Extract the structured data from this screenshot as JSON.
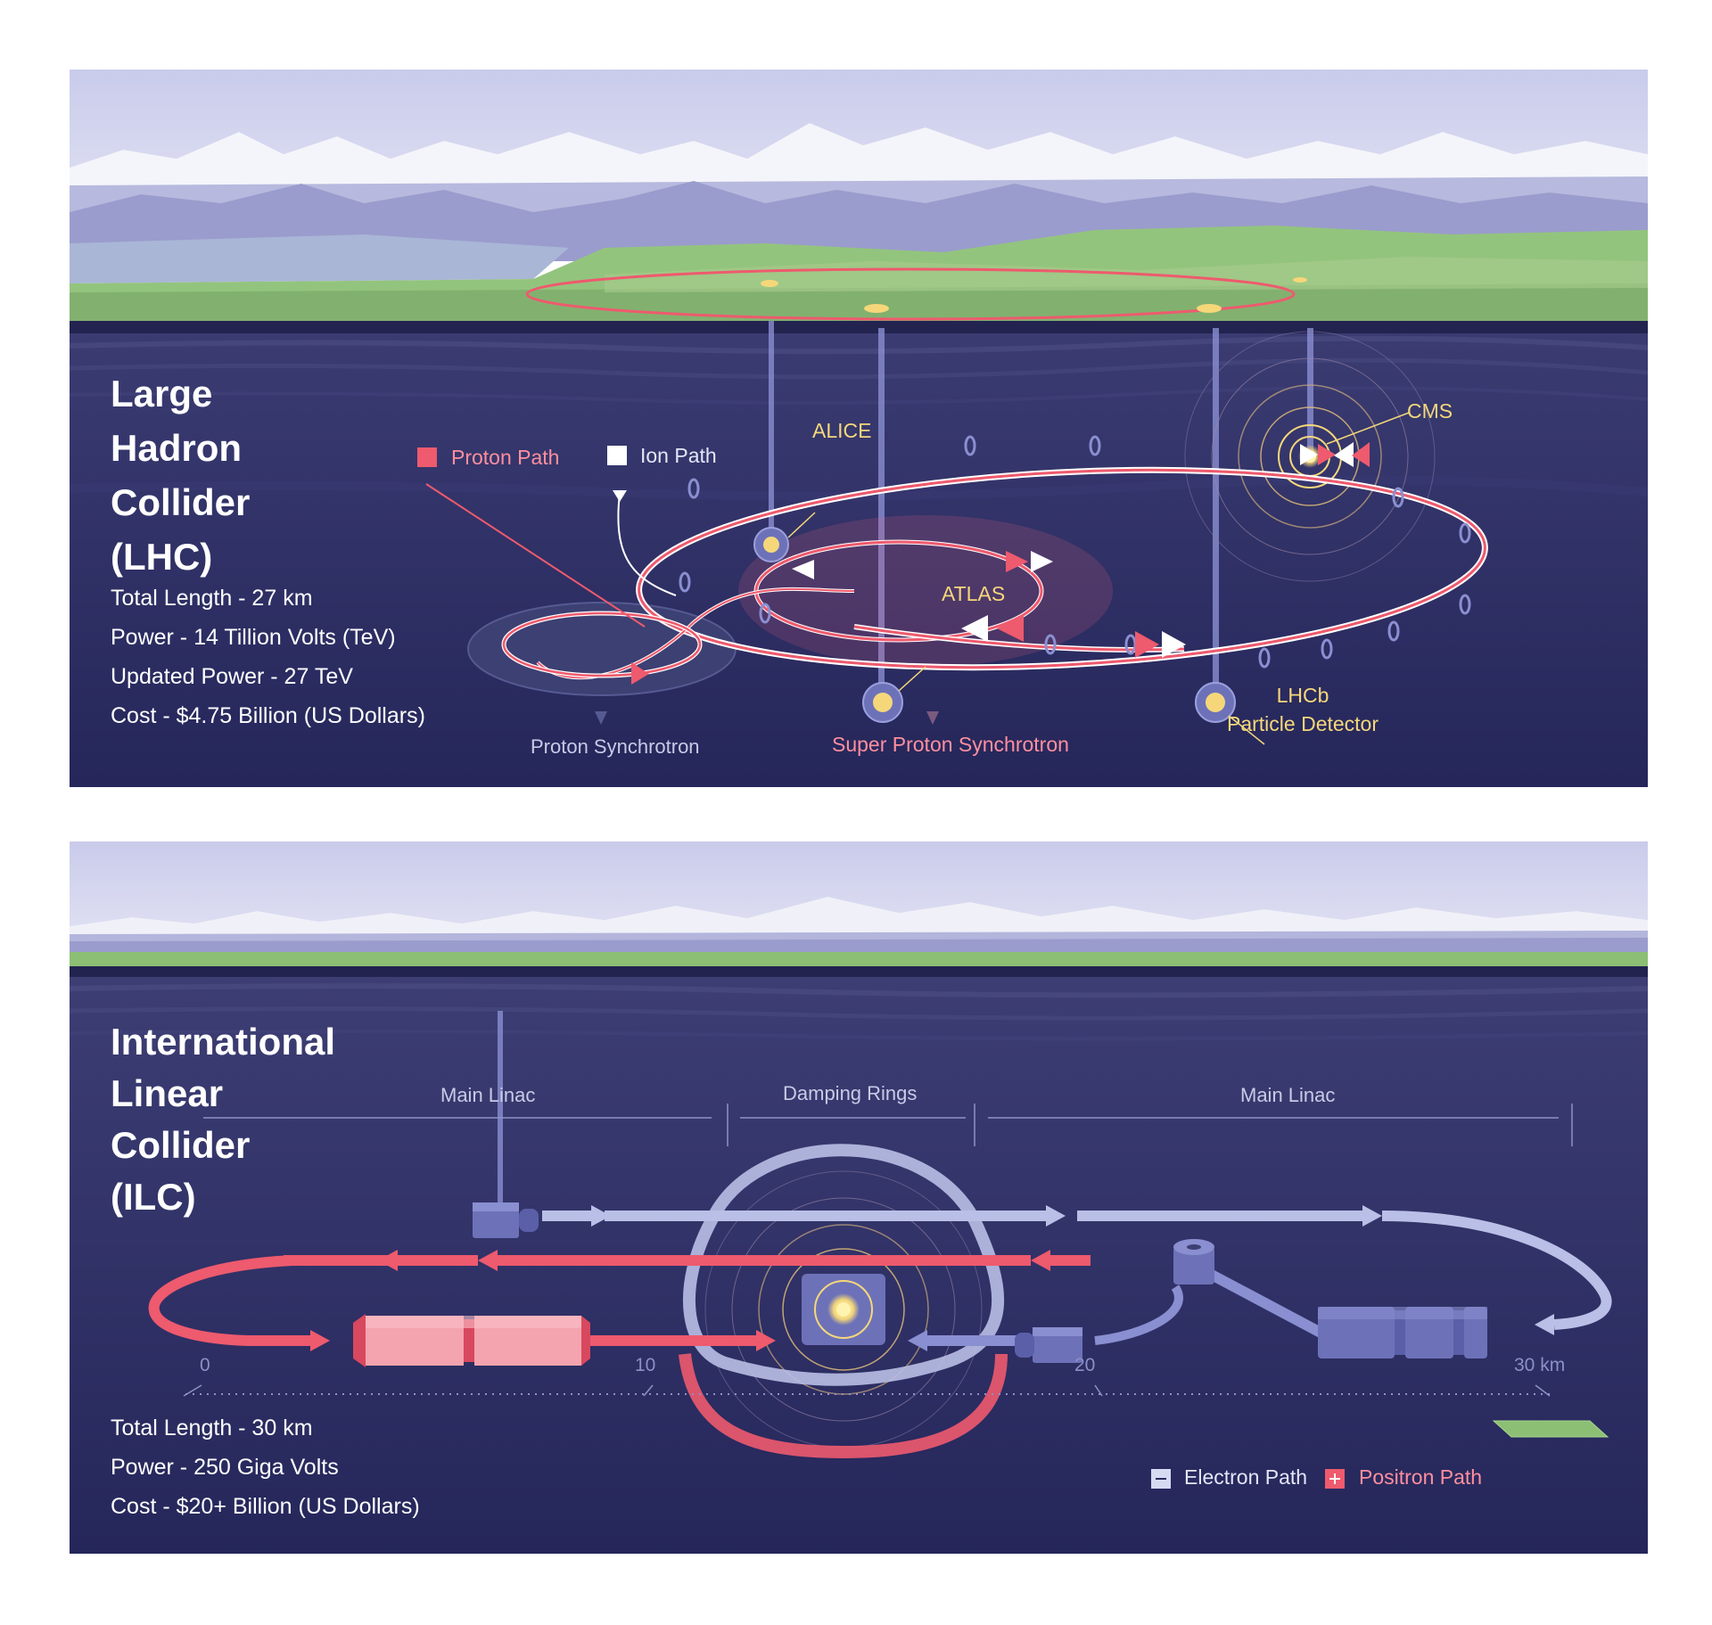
{
  "lhc": {
    "title_lines": [
      "Large",
      "Hadron",
      "Collider",
      "(LHC)"
    ],
    "facts": [
      "Total Length - 27 km",
      "Power - 14 Tillion Volts (TeV)",
      "Updated Power - 27 TeV",
      "Cost - $4.75 Billion (US Dollars)"
    ],
    "legend": {
      "proton": "Proton Path",
      "ion": "Ion Path"
    },
    "labels": {
      "alice": "ALICE",
      "cms": "CMS",
      "atlas": "ATLAS",
      "lhcb_1": "LHCb",
      "lhcb_2": "Particle Detector",
      "ps": "Proton Synchrotron",
      "sps": "Super Proton Synchrotron"
    }
  },
  "ilc": {
    "title_lines": [
      "International",
      "Linear",
      "Collider",
      "(ILC)"
    ],
    "facts": [
      "Total Length - 30 km",
      "Power - 250 Giga Volts",
      "Cost - $20+ Billion (US Dollars)"
    ],
    "sections": {
      "main_linac_left": "Main Linac",
      "damping_rings": "Damping Rings",
      "main_linac_right": "Main Linac"
    },
    "scale": [
      "0",
      "10",
      "20",
      "30 km"
    ],
    "legend": {
      "electron": "Electron Path",
      "positron": "Positron Path"
    }
  },
  "colors": {
    "proton": "#ee5a6e",
    "ion": "#ffffff",
    "electron": "#b9bfe6",
    "positron": "#ee5a6e",
    "detector": "#f5d77a",
    "underground": "#2b2c5c"
  }
}
